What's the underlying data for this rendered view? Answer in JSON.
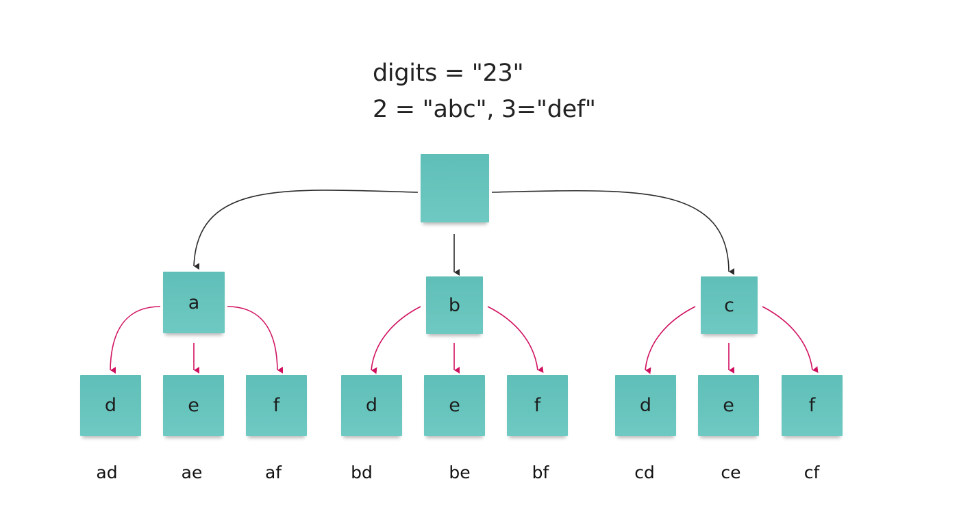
{
  "header": {
    "line1": "digits = \"23\"",
    "line2": "2 = \"abc\", 3=\"def\""
  },
  "colors": {
    "note": "#6ec9c2",
    "note_dark": "#5fbfb8",
    "edge_primary": "#2b2b2b",
    "edge_secondary": "#d0105f"
  },
  "tree": {
    "root": {
      "label": ""
    },
    "level1": [
      {
        "label": "a",
        "children": [
          {
            "label": "d",
            "result": "ad"
          },
          {
            "label": "e",
            "result": "ae"
          },
          {
            "label": "f",
            "result": "af"
          }
        ]
      },
      {
        "label": "b",
        "children": [
          {
            "label": "d",
            "result": "bd"
          },
          {
            "label": "e",
            "result": "be"
          },
          {
            "label": "f",
            "result": "bf"
          }
        ]
      },
      {
        "label": "c",
        "children": [
          {
            "label": "d",
            "result": "cd"
          },
          {
            "label": "e",
            "result": "ce"
          },
          {
            "label": "f",
            "result": "cf"
          }
        ]
      }
    ]
  }
}
